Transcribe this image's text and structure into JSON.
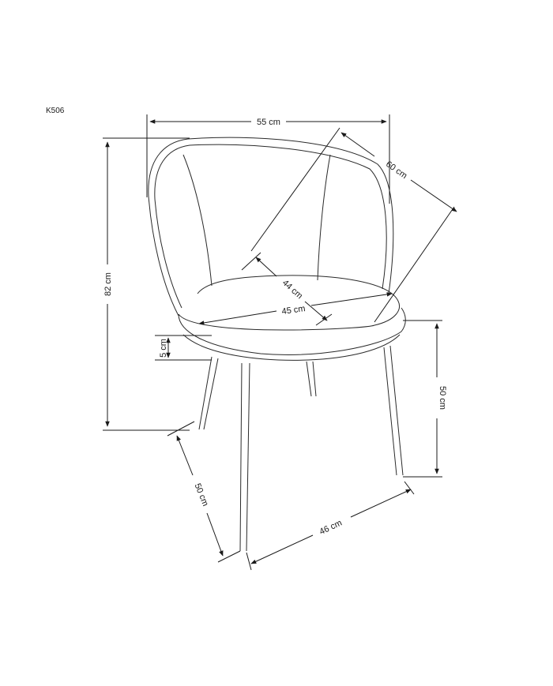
{
  "model_code": "K506",
  "dimensions": {
    "width": "55 cm",
    "depth": "60 cm",
    "height": "82 cm",
    "seat_depth": "44 cm",
    "seat_width": "45 cm",
    "seat_thickness": "5 cm",
    "seat_height": "50 cm",
    "leg_depth": "50 cm",
    "leg_width": "46 cm"
  },
  "colors": {
    "line": "#2a2a2a",
    "background": "#ffffff"
  }
}
